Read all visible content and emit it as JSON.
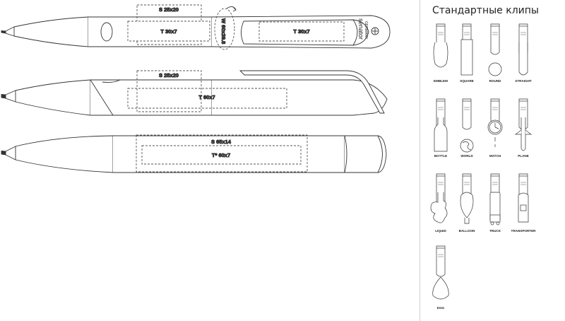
{
  "panel": {
    "title": "Стандартные клипы"
  },
  "pens": {
    "pen1": {
      "zones": [
        "S 25x20",
        "T 30x7",
        "T 30x7",
        "W 60x39.8"
      ],
      "brand": "senator",
      "brand_sub": "GERMANY"
    },
    "pen2": {
      "zones": [
        "S 25x20",
        "T 60x7"
      ]
    },
    "pen3": {
      "zones": [
        "S 65x14",
        "T* 60x7"
      ]
    }
  },
  "clips": [
    {
      "label": "EMBLEM",
      "shape": "emblem"
    },
    {
      "label": "SQUARE",
      "shape": "square"
    },
    {
      "label": "ROUND",
      "shape": "round"
    },
    {
      "label": "STRAIGHT",
      "shape": "straight"
    },
    {
      "label": "BOTTLE",
      "shape": "bottle"
    },
    {
      "label": "WORLD",
      "shape": "world"
    },
    {
      "label": "WATCH",
      "shape": "watch"
    },
    {
      "label": "PLANE",
      "shape": "plane"
    },
    {
      "label": "LIQUID",
      "shape": "liquid"
    },
    {
      "label": "BALLOON",
      "shape": "balloon"
    },
    {
      "label": "TRUCK",
      "shape": "truck"
    },
    {
      "label": "TRANSPORTER",
      "shape": "transporter"
    },
    {
      "label": "EGG",
      "shape": "egg"
    }
  ]
}
